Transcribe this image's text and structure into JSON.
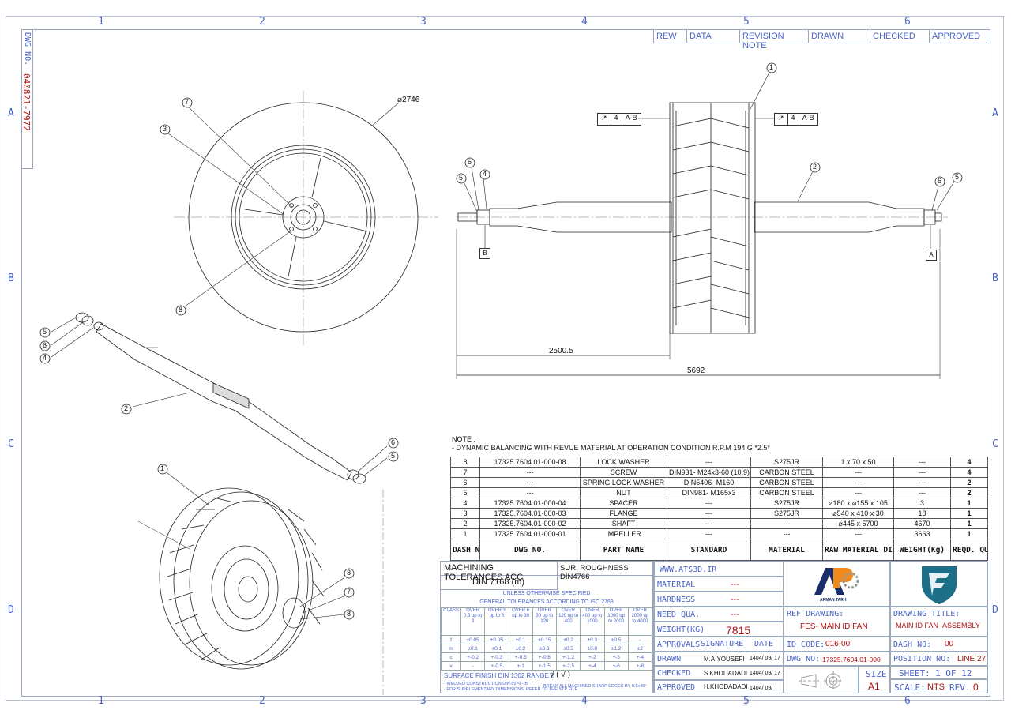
{
  "frame": {
    "col_labels": [
      "1",
      "2",
      "3",
      "4",
      "5",
      "6"
    ],
    "row_labels": [
      "A",
      "B",
      "C",
      "D"
    ]
  },
  "dwg_side": {
    "label": "DWG NO.",
    "number": "040821-7972"
  },
  "revision_header": [
    "REW",
    "DATA",
    "REVISION NOTE",
    "DRAWN",
    "CHECKED",
    "APPROVED"
  ],
  "drawing": {
    "diameter_label": "⌀2746",
    "dim_half": "2500.5",
    "dim_total": "5692",
    "tolerance_frame": [
      "↗",
      "4",
      "A-B"
    ],
    "datum_a": "A",
    "datum_b": "B",
    "balloons": {
      "front": [
        "7",
        "3",
        "8"
      ],
      "side": [
        "1",
        "2",
        "6",
        "5",
        "4",
        "6",
        "5"
      ],
      "shaft_iso": [
        "5",
        "6",
        "4",
        "2",
        "6",
        "5"
      ],
      "impeller_iso": [
        "1",
        "3",
        "7",
        "8"
      ]
    }
  },
  "note": {
    "title": "NOTE :",
    "text": "- DYNAMIC BALANCING WITH REVUE MATERIAL AT OPERATION CONDITION R.P.M 194.G *2.5*"
  },
  "bom": {
    "headers": [
      "DASH NO.",
      "DWG NO.",
      "PART NAME",
      "STANDARD",
      "MATERIAL",
      "RAW MATERIAL DIMENSION",
      "WEIGHT(Kg)",
      "REQD. QUA."
    ],
    "rows": [
      [
        "8",
        "17325.7604.01-000-08",
        "LOCK WASHER",
        "---",
        "S275JR",
        "1 x 70 x 50",
        "---",
        "4"
      ],
      [
        "7",
        "---",
        "SCREW",
        "DIN931- M24x3-60 (10.9)",
        "CARBON STEEL",
        "---",
        "---",
        "4"
      ],
      [
        "6",
        "---",
        "SPRING LOCK WASHER",
        "DIN5406- M160",
        "CARBON STEEL",
        "---",
        "---",
        "2"
      ],
      [
        "5",
        "---",
        "NUT",
        "DIN981- M165x3",
        "CARBON STEEL",
        "---",
        "---",
        "2"
      ],
      [
        "4",
        "17325.7604.01-000-04",
        "SPACER",
        "---",
        "S275JR",
        "⌀180 x ⌀155 x 105",
        "3",
        "1"
      ],
      [
        "3",
        "17325.7604.01-000-03",
        "FLANGE",
        "---",
        "S275JR",
        "⌀540 x 410 x 30",
        "18",
        "1"
      ],
      [
        "2",
        "17325.7604.01-000-02",
        "SHAFT",
        "---",
        "---",
        "⌀445 x 5700",
        "4670",
        "1"
      ],
      [
        "1",
        "17325.7604.01-000-01",
        "IMPELLER",
        "---",
        "---",
        "---",
        "3663",
        "1"
      ]
    ]
  },
  "tolerances": {
    "title": "MACHINING TOLERANCES ACC.",
    "roughness": "SUR. ROUGHNESS DIN4766",
    "din": "DIN  7168 (m)",
    "unless": "UNLESS OTHERWISE SPECIFIED",
    "general": "GENERAL TOLERANCES ACCORDING TO ISO 2768",
    "header": [
      "CLASS",
      "OVER 0.5 up to 3",
      "OVER 3 up to 6",
      "OVER 6 up to 30",
      "OVER 30 up to 120",
      "OVER 120 up to 400",
      "OVER 400 up to 1000",
      "OVER 1000 up to 2000",
      "OVER 2000 up to 4000"
    ],
    "rows": [
      [
        "f",
        "±0.05",
        "±0.05",
        "±0.1",
        "±0.15",
        "±0.2",
        "±0.3",
        "±0.5",
        "-"
      ],
      [
        "m",
        "±0.1",
        "±0.1",
        "±0.2",
        "±0.3",
        "±0.5",
        "±0.8",
        "±1.2",
        "±2"
      ],
      [
        "c",
        "+-0.2",
        "+-0.3",
        "+-0.5",
        "+-0.8",
        "+-1.2",
        "+-2",
        "+-3",
        "+-4"
      ],
      [
        "v",
        "-",
        "+-0.5",
        "+-1",
        "+-1.5",
        "+-2.5",
        "+-4",
        "+-6",
        "+-8"
      ]
    ],
    "surface": "SURFACE FINISH DIN 1302 RANGE 2",
    "surface_sym": "√ ( √ )",
    "welded": "- WELDED CONSTRUCTION DIN 8570 - B",
    "supplementary": "- FOR SUPPLEMENTARY DIMENSIONS, REFER TO THE STP FILE.",
    "break_edges": "BREAK ALL MACHINED SHARP EDGES BY 0.5x45°"
  },
  "titleblock": {
    "website": "WWW.ATS3D.IR",
    "material_label": "MATERIAL",
    "material_val": "---",
    "hardness_label": "HARDNESS",
    "hardness_val": "---",
    "needqua_label": "NEED QUA.",
    "needqua_val": "---",
    "weight_label": "WEIGHT(KG)",
    "weight_val": "7815",
    "approvals": "APPROVALS",
    "signature": "SIGNATURE",
    "date": "DATE",
    "drawn": "DRAWN",
    "drawn_sig": "M.A.YOUSEFI",
    "drawn_date": "1404/ 09/ 17",
    "checked": "CHECKED",
    "checked_sig": "S.KHODADADI",
    "checked_date": "1404/ 09/ 17",
    "approved": "APPROVED",
    "approved_sig": "H.KHODADADI",
    "approved_date": "1404/ 09/",
    "logo_text": "ARMAN TARH",
    "ref_label": "REF DRAWING:",
    "ref_val": "FES- MAIN ID FAN",
    "title_label": "DRAWING TITLE:",
    "title_val": "MAIN ID FAN- ASSEMBLY",
    "id_label": "ID CODE:",
    "id_val": "016-00",
    "dash_label": "DASH NO:",
    "dash_val": "00",
    "dwg_label": "DWG NO:",
    "dwg_val": "17325.7604.01-000",
    "pos_label": "POSITION NO:",
    "pos_val": "LINE 27",
    "size_label": "SIZE",
    "size_val": "A1",
    "sheet_label": "SHEET:",
    "sheet_val": "1 OF 12",
    "scale_label": "SCALE:",
    "scale_val": "NTS",
    "rev_label": "REV.",
    "rev_val": "0"
  }
}
